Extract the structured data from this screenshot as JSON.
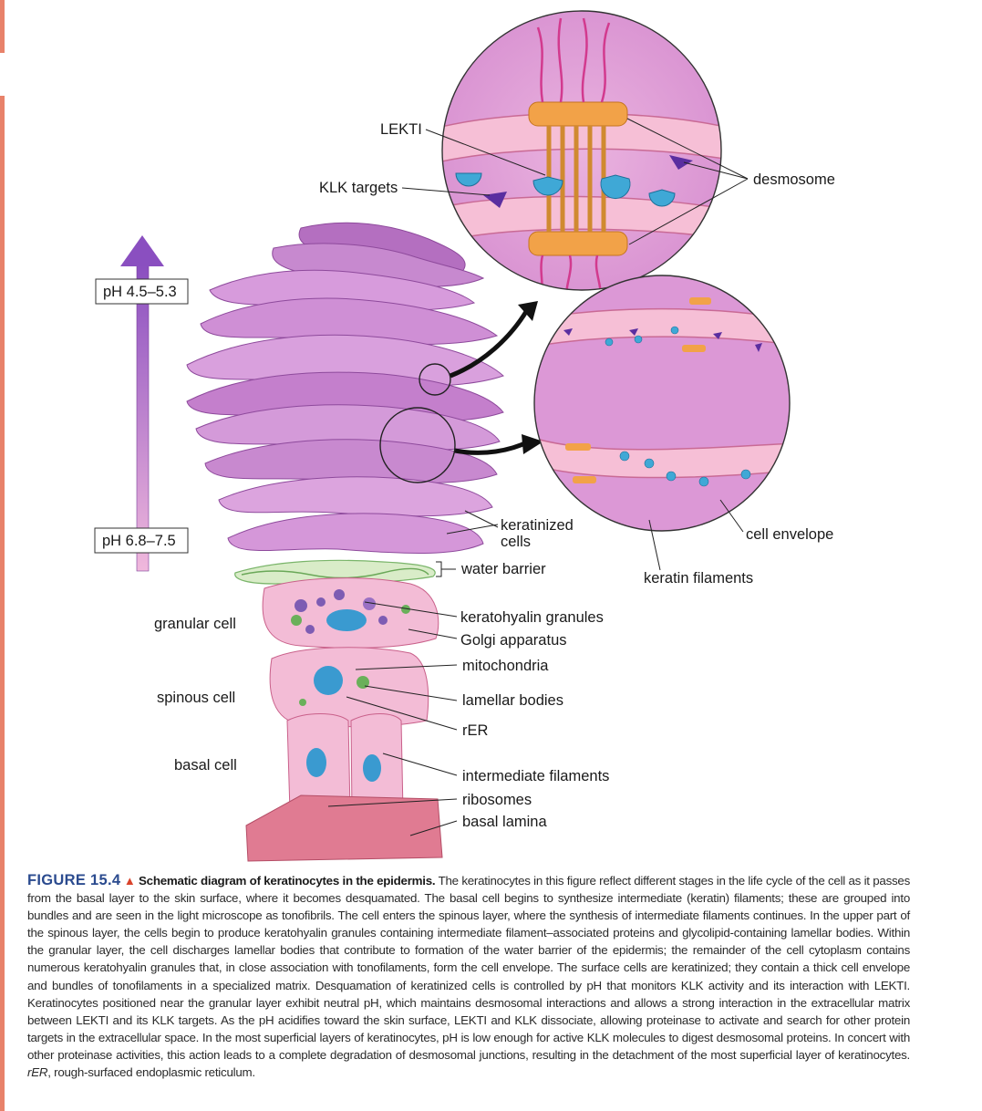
{
  "diagram": {
    "labels": {
      "lekti": "LEKTI",
      "klk_targets": "KLK targets",
      "desmosome": "desmosome",
      "ph_top": "pH 4.5–5.3",
      "ph_bottom": "pH 6.8–7.5",
      "keratinized_cells_1": "keratinized",
      "keratinized_cells_2": "cells",
      "water_barrier": "water barrier",
      "cell_envelope": "cell envelope",
      "keratin_filaments": "keratin filaments",
      "granular_cell": "granular cell",
      "spinous_cell": "spinous cell",
      "basal_cell": "basal cell",
      "keratohyalin_granules": "keratohyalin granules",
      "golgi_apparatus": "Golgi apparatus",
      "mitochondria": "mitochondria",
      "lamellar_bodies": "lamellar bodies",
      "rer": "rER",
      "intermediate_filaments": "intermediate filaments",
      "ribosomes": "ribosomes",
      "basal_lamina": "basal lamina"
    },
    "colors": {
      "cell_purple": "#c98ad0",
      "cell_dark": "#9a55a8",
      "cell_pink": "#f2b8d3",
      "zoom_bg": "#e4a2da",
      "desmosome_orange": "#f2a248",
      "klk_blue": "#3fa8d6",
      "target_purple": "#5a2ea0",
      "arrow_gradient_top": "#8a4fc0",
      "arrow_gradient_bottom": "#f0b8dc"
    }
  },
  "caption": {
    "figure_number": "FIGURE 15.4",
    "marker": "▲",
    "title": "Schematic diagram of keratinocytes in the epidermis.",
    "body": " The keratinocytes in this figure reflect different stages in the life cycle of the cell as it passes from the basal layer to the skin surface, where it becomes desquamated. The basal cell begins to synthesize intermediate (keratin) filaments; these are grouped into bundles and are seen in the light microscope as tonofibrils. The cell enters the spinous layer, where the synthesis of intermediate filaments continues. In the upper part of the spinous layer, the cells begin to produce keratohyalin granules containing intermediate filament–associated proteins and glycolipid-containing lamellar bodies. Within the granular layer, the cell discharges lamellar bodies that contribute to formation of the water barrier of the epidermis; the remainder of the cell cytoplasm contains numerous keratohyalin granules that, in close association with tonofilaments, form the cell envelope. The surface cells are keratinized; they contain a thick cell envelope and bundles of tonofilaments in a specialized matrix. Desquamation of keratinized cells is controlled by pH that monitors KLK activity and its interaction with LEKTI. Keratinocytes positioned near the granular layer exhibit neutral pH, which maintains desmosomal interactions and allows a strong interaction in the extracellular matrix between LEKTI and its KLK targets. As the pH acidifies toward the skin surface, LEKTI and KLK dissociate, allowing proteinase to activate and search for other protein targets in the extracellular space. In the most superficial layers of keratinocytes, pH is low enough for active KLK molecules to digest desmosomal proteins. In concert with other proteinase activities, this action leads to a complete degradation of desmosomal junctions, resulting in the detachment of the most superficial layer of keratinocytes. ",
    "abbrev": "rER",
    "abbrev_def": ", rough-surfaced endoplasmic reticulum."
  }
}
